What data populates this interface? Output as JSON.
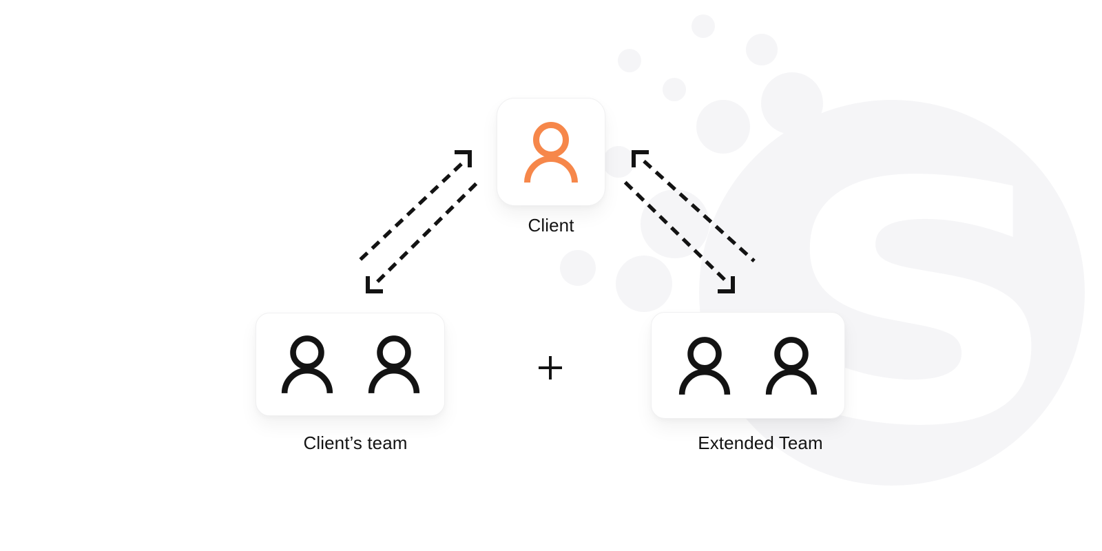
{
  "diagram": {
    "nodes": {
      "client": {
        "label": "Client",
        "icon": "person-icon",
        "icon_color": "orange"
      },
      "clients_team": {
        "label": "Client’s team",
        "icon": "two-person-icons",
        "icon_color": "black"
      },
      "extended_team": {
        "label": "Extended Team",
        "icon": "two-person-icons",
        "icon_color": "black"
      }
    },
    "operator": {
      "symbol": "+",
      "icon": "plus-icon"
    },
    "connectors": [
      {
        "from": "client",
        "to": "clients_team",
        "style": "dashed-double-arrow"
      },
      {
        "from": "client",
        "to": "extended_team",
        "style": "dashed-double-arrow"
      }
    ],
    "watermark": {
      "letter": "S",
      "shape": "dotted-circle-logo"
    }
  },
  "colors": {
    "accent": "#F6874A",
    "ink": "#131313",
    "watermark": "#F5F5F7",
    "card_border": "#F0F0F1"
  }
}
